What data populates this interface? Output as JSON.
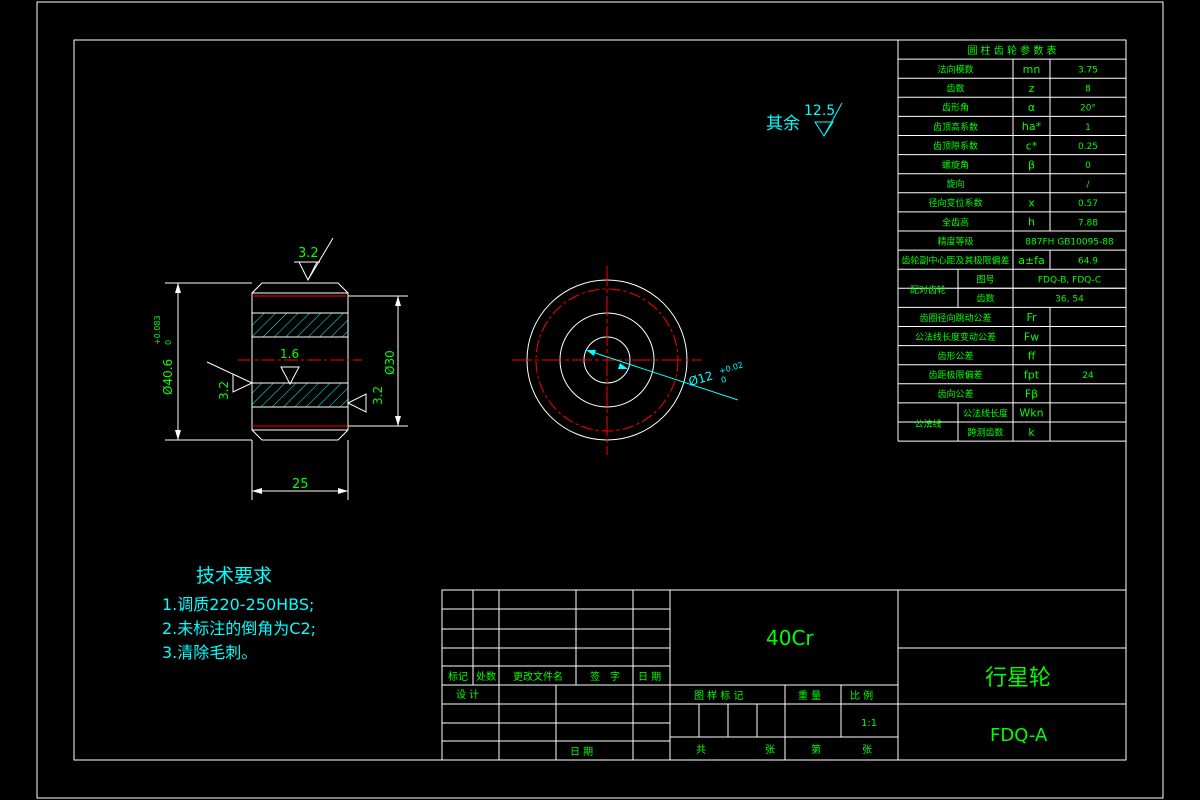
{
  "colors": {
    "background": "#000000",
    "frame": "#ffffff",
    "text": "#00ff00",
    "cyan": "#00ffff",
    "red": "#ff0000",
    "hatch": "#00ffff"
  },
  "roughness_note": {
    "label": "其余",
    "value": "12.5"
  },
  "side_view": {
    "top_roughness": "3.2",
    "left_roughness": "3.2",
    "right_roughness": "3.2",
    "bore_roughness": "1.6",
    "od_dim": "Ø40.6",
    "od_tol_upper": "+0.083",
    "od_tol_lower": "0",
    "bore_dim": "Ø30",
    "width_dim": "25"
  },
  "front_view": {
    "bore_dim": "Ø12",
    "bore_tol_upper": "+0.02",
    "bore_tol_lower": "0"
  },
  "param_table": {
    "title": "圆 柱 齿 轮 参 数 表",
    "rows": [
      {
        "label": "法向模数",
        "sym": "mn",
        "value": "3.75"
      },
      {
        "label": "齿数",
        "sym": "z",
        "value": "8"
      },
      {
        "label": "齿形角",
        "sym": "α",
        "value": "20°"
      },
      {
        "label": "齿顶高系数",
        "sym": "ha*",
        "value": "1"
      },
      {
        "label": "齿顶隙系数",
        "sym": "c*",
        "value": "0.25"
      },
      {
        "label": "螺旋角",
        "sym": "β",
        "value": "0"
      },
      {
        "label": "旋向",
        "sym": "",
        "value": "/"
      },
      {
        "label": "径向变位系数",
        "sym": "x",
        "value": "0.57"
      },
      {
        "label": "全齿高",
        "sym": "h",
        "value": "7.88"
      },
      {
        "label": "精度等级",
        "sym": "",
        "value": "887FH GB10095-88"
      },
      {
        "label": "齿轮副中心距及其极限偏差",
        "sym": "a±fa",
        "value": "64.9"
      }
    ],
    "mating": {
      "label": "配对齿轮",
      "rows": [
        {
          "label": "图号",
          "value": "FDQ-B, FDQ-C"
        },
        {
          "label": "齿数",
          "value": "36, 54"
        }
      ]
    },
    "tolerance_rows": [
      {
        "label": "齿圈径向跳动公差",
        "sym": "Fr",
        "value": ""
      },
      {
        "label": "公法线长度变动公差",
        "sym": "Fw",
        "value": ""
      },
      {
        "label": "齿形公差",
        "sym": "ff",
        "value": ""
      },
      {
        "label": "齿距极限偏差",
        "sym": "fpt",
        "value": "24"
      },
      {
        "label": "齿向公差",
        "sym": "Fβ",
        "value": ""
      }
    ],
    "common_normal": {
      "label": "公法线",
      "rows": [
        {
          "label": "公法线长度",
          "sym": "Wkn",
          "value": ""
        },
        {
          "label": "跨测齿数",
          "sym": "k",
          "value": ""
        }
      ]
    }
  },
  "tech_requirements": {
    "title": "技术要求",
    "items": [
      "1.调质220-250HBS;",
      "2.未标注的倒角为C2;",
      "3.清除毛刺。"
    ]
  },
  "title_block": {
    "material": "40Cr",
    "part_name": "行星轮",
    "drawing_no": "FDQ-A",
    "headers": [
      "标记",
      "处数",
      "更改文件名",
      "签　字",
      "日 期"
    ],
    "design": "设 计",
    "date": "日 期",
    "stage": "图 样 标 记",
    "weight": "重 量",
    "scale_label": "比 例",
    "scale": "1:1",
    "total": "共",
    "sheets": "张",
    "sheet_no": "第",
    "sheet_unit": "张"
  }
}
